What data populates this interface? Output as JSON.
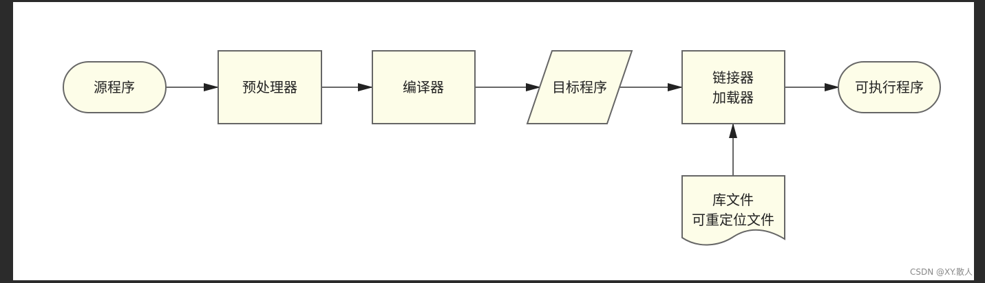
{
  "diagram": {
    "nodes": {
      "source": [
        "源程序"
      ],
      "preprocessor": [
        "预处理器"
      ],
      "compiler": [
        "编译器"
      ],
      "object": [
        "目标程序"
      ],
      "linker": [
        "链接器",
        "加载器"
      ],
      "library": [
        "库文件",
        "可重定位文件"
      ],
      "executable": [
        "可执行程序"
      ]
    },
    "edges": [
      [
        "source",
        "preprocessor"
      ],
      [
        "preprocessor",
        "compiler"
      ],
      [
        "compiler",
        "object"
      ],
      [
        "object",
        "linker"
      ],
      [
        "linker",
        "executable"
      ],
      [
        "library",
        "linker"
      ]
    ]
  },
  "colors": {
    "node_fill": "#fdfde8",
    "stroke": "#666666",
    "arrow": "#222222",
    "background": "#2b2b2b"
  },
  "watermark": "CSDN @XY.散人"
}
